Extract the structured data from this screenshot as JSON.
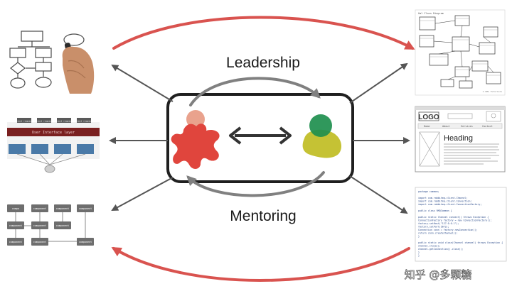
{
  "labels": {
    "top": "Leadership",
    "bottom": "Mentoring"
  },
  "watermark": "知乎 @多颗糖",
  "architecture": {
    "clients": [
      "client requests",
      "client requests",
      "client requests",
      "client requests"
    ],
    "ui_layer": "User Interface layer"
  },
  "components": {
    "label": "component",
    "short": "compo"
  },
  "uml": {
    "title": "Uml Class Diagram",
    "footer": "© UML Tutorials"
  },
  "wireframe": {
    "logo": "LOGO",
    "heading": "Heading",
    "nav": [
      "Home",
      "About",
      "Services",
      "Contact"
    ]
  },
  "code": {
    "lines": [
      "package common;",
      "",
      "import com.rabbitmq.client.Channel;",
      "import com.rabbitmq.client.Connection;",
      "import com.rabbitmq.client.ConnectionFactory;",
      "",
      "public class RMQCommon {",
      "",
      "    public static Channel connect() throws Exception {",
      "        ConnectionFactory factory = new ConnectionFactory();",
      "        factory.setHost(\"127.0.0.1\");",
      "        factory.setPort(5672);",
      "        Connection conn = factory.newConnection();",
      "        return conn.createChannel();",
      "    }",
      "",
      "    public static void close(Channel channel) throws Exception {",
      "        channel.close();",
      "        channel.getConnection().close();",
      "    }",
      "}"
    ]
  },
  "colors": {
    "red": "#e0453d",
    "peach": "#e9a28d",
    "green": "#1e8f4e",
    "olive": "#c5c234",
    "arrow_gray": "#6b6b6b",
    "arc_red": "#d9534f"
  }
}
